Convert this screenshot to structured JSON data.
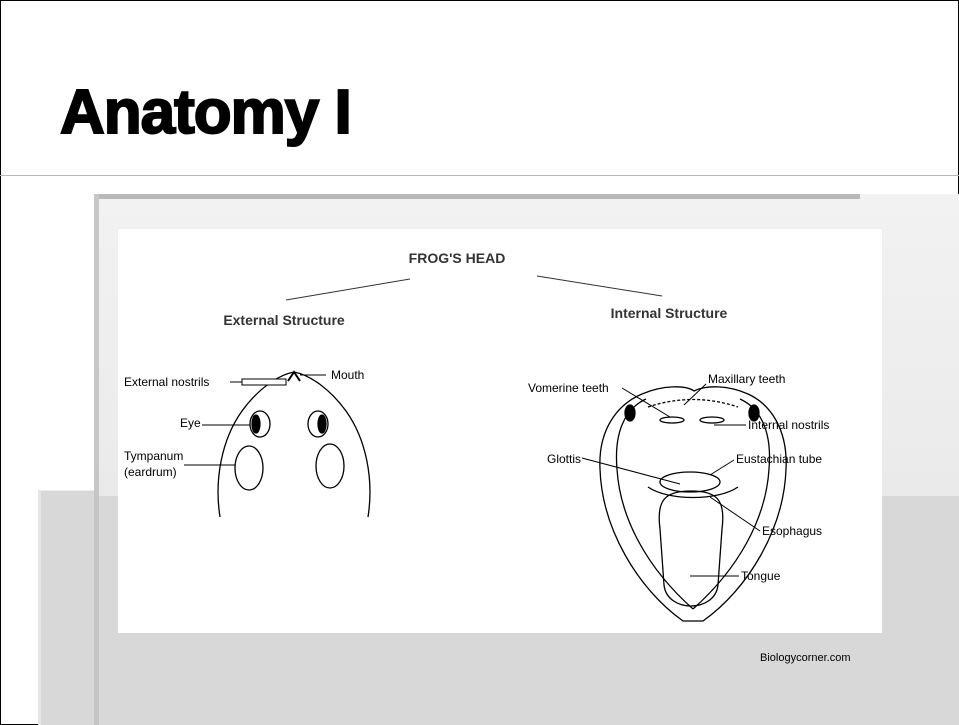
{
  "slide": {
    "title": "Anatomy I",
    "credit": "Biologycorner.com"
  },
  "diagram": {
    "heading": "FROG'S HEAD",
    "external": {
      "heading": "External Structure",
      "labels": {
        "nostrils": "External nostrils",
        "mouth": "Mouth",
        "eye": "Eye",
        "tympanum_1": "Tympanum",
        "tympanum_2": "(eardrum)"
      }
    },
    "internal": {
      "heading": "Internal Structure",
      "labels": {
        "vomerine": "Vomerine teeth",
        "maxillary": "Maxillary teeth",
        "internal_nostrils": "Internal nostrils",
        "glottis": "Glottis",
        "eustachian": "Eustachian tube",
        "esophagus": "Esophagus",
        "tongue": "Tongue"
      }
    }
  }
}
